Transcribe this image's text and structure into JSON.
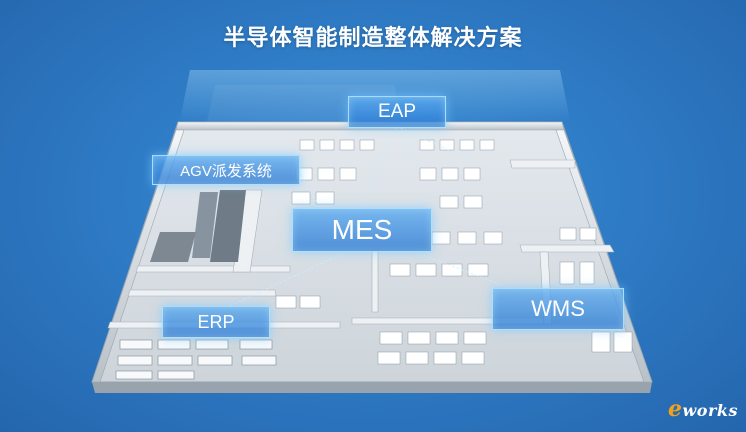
{
  "title": "半导体智能制造整体解决方案",
  "systems": {
    "eap": "EAP",
    "agv": "AGV派发系统",
    "mes": "MES",
    "erp": "ERP",
    "wms": "WMS"
  },
  "logo": {
    "mark": "e",
    "text": "works"
  },
  "colors": {
    "background": "#2f7cc6",
    "label_glow": "#78c8ff",
    "logo_accent": "#f2a21a"
  }
}
